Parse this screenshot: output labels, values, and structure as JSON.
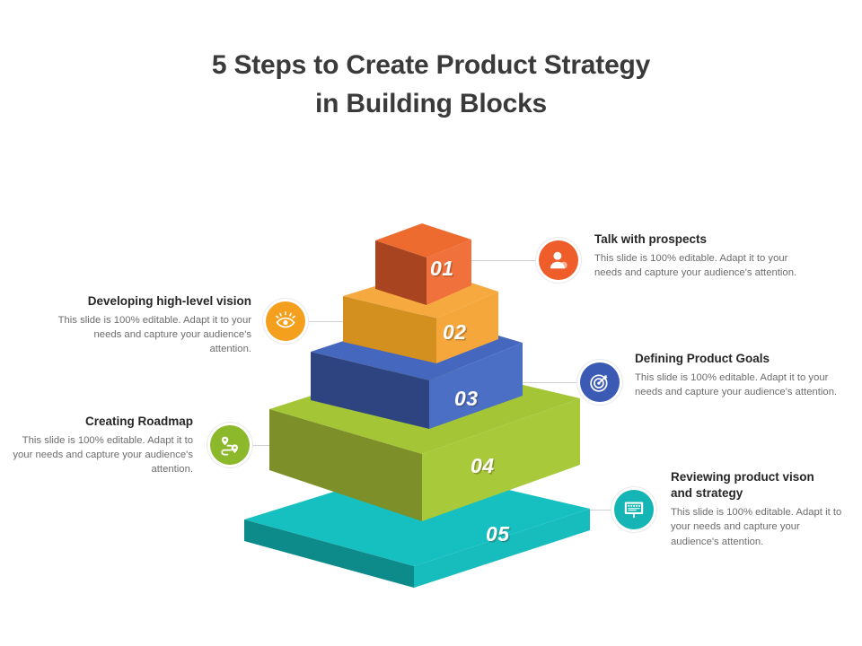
{
  "title": {
    "line1": "5 Steps to Create Product Strategy",
    "line2": "in Building Blocks"
  },
  "body_text": "This slide is 100% editable. Adapt it to your needs and capture your audience's attention.",
  "colors": {
    "block_01_front": "#f0713c",
    "block_01_left": "#a8441f",
    "block_01_top": "#ee6b30",
    "block_02_front": "#f5a73c",
    "block_02_left": "#d3901f",
    "block_02_top": "#f5a93f",
    "block_03_front": "#4a6fc4",
    "block_03_left": "#2d4480",
    "block_03_top": "#4567bd",
    "block_04_front": "#a8c93a",
    "block_04_left": "#7d8f28",
    "block_04_top": "#a4c636",
    "block_05_front": "#17bdbd",
    "block_05_left": "#0d8a8a",
    "block_05_top": "#17c0c0",
    "connector": "#cfcfd6",
    "title_text": "#3a3a3a",
    "callout_title": "#262626",
    "callout_body": "#6d6d6d"
  },
  "blocks": [
    {
      "number": "01",
      "color": "#f0713c"
    },
    {
      "number": "02",
      "color": "#f5a73c"
    },
    {
      "number": "03",
      "color": "#4a6fc4"
    },
    {
      "number": "04",
      "color": "#a8c93a"
    },
    {
      "number": "05",
      "color": "#17bdbd"
    }
  ],
  "callouts": [
    {
      "step": "01",
      "side": "right",
      "title": "Talk with prospects",
      "body": "This slide is 100% editable. Adapt it to your needs and capture your audience's attention.",
      "icon": "person-icon",
      "icon_color": "#ef5d2a"
    },
    {
      "step": "02",
      "side": "left",
      "title": "Developing high-level vision",
      "body": "This slide is 100% editable. Adapt it to your needs and capture your audience's attention.",
      "icon": "eye-icon",
      "icon_color": "#f4a01e"
    },
    {
      "step": "03",
      "side": "right",
      "title": "Defining Product Goals",
      "body": "This slide is 100% editable. Adapt it to your needs and capture your audience's attention.",
      "icon": "target-icon",
      "icon_color": "#3a5ab4"
    },
    {
      "step": "04",
      "side": "left",
      "title": "Creating Roadmap",
      "body": "This slide is 100% editable. Adapt it to your needs and capture your audience's attention.",
      "icon": "route-map-icon",
      "icon_color": "#8cb82b"
    },
    {
      "step": "05",
      "side": "right",
      "title": "Reviewing product vison and strategy",
      "title_line1": "Reviewing product vison",
      "title_line2": "and strategy",
      "body": "This slide is 100% editable. Adapt it to your needs and capture your audience's attention.",
      "icon": "presentation-board-icon",
      "icon_color": "#16b5b5"
    }
  ]
}
